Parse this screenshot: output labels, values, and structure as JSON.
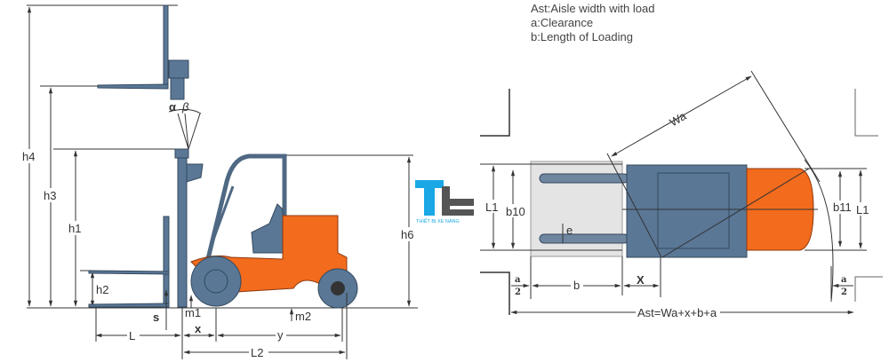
{
  "side_view": {
    "labels": {
      "h4": "h4",
      "h3": "h3",
      "h1": "h1",
      "h2": "h2",
      "h6": "h6",
      "alpha": "α",
      "beta": "β",
      "s": "s",
      "m1": "m1",
      "m2": "m2",
      "L": "L",
      "x": "x",
      "y": "y",
      "L2": "L2"
    }
  },
  "logo": {
    "mark": "Tt",
    "text": "THIẾT BỊ XE NÂNG"
  },
  "top_view": {
    "legend": [
      "Ast:Aisle width with load",
      "a:Clearance",
      "b:Length of Loading"
    ],
    "labels": {
      "Wa": "Wa",
      "L1_left": "L1",
      "b10": "b10",
      "e": "e",
      "b11": "b11",
      "L1_right": "L1",
      "a_num": "a",
      "two": "2",
      "b": "b",
      "X": "X",
      "Ast": "Ast=Wa+x+b+a"
    }
  },
  "colors": {
    "body": "#f36b1c",
    "frame": "#5a7796",
    "logo_blue": "#19a7e6",
    "logo_gray": "#555555"
  }
}
